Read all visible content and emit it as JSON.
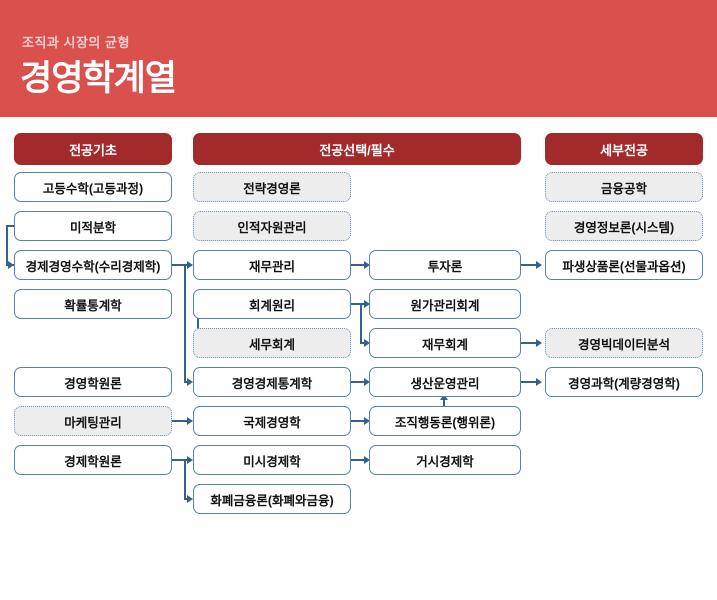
{
  "banner": {
    "subtitle": "조직과 시장의 균형",
    "title": "경영학계열",
    "bg_color": "#d9504d"
  },
  "theme": {
    "pill_color": "#a32a2a",
    "box_border_color": "#5b80ac",
    "box_fill_solid": "#ffffff",
    "box_fill_dotted": "#ededed",
    "connector_color": "#35618e"
  },
  "headers": [
    {
      "label": "전공기초"
    },
    {
      "label": "전공선택/필수"
    },
    {
      "label": "세부전공"
    }
  ],
  "columns": {
    "major_basics": {
      "title": "전공기초",
      "boxes": [
        {
          "label": "고등수학(고등과정)",
          "style": "solid"
        },
        {
          "label": "미적분학",
          "style": "solid"
        },
        {
          "label": "경제경영수학(수리경제학)",
          "style": "solid"
        },
        {
          "label": "확률통계학",
          "style": "solid"
        },
        {
          "label": "경영학원론",
          "style": "solid"
        },
        {
          "label": "마케팅관리",
          "style": "dotted"
        },
        {
          "label": "경제학원론",
          "style": "solid"
        }
      ]
    },
    "major_elective_left": {
      "title": "전공선택/필수",
      "boxes": [
        {
          "label": "전략경영론",
          "style": "dotted"
        },
        {
          "label": "인적자원관리",
          "style": "dotted"
        },
        {
          "label": "재무관리",
          "style": "solid"
        },
        {
          "label": "회계원리",
          "style": "solid"
        },
        {
          "label": "세무회계",
          "style": "dotted"
        },
        {
          "label": "경영경제통계학",
          "style": "solid"
        },
        {
          "label": "국제경영학",
          "style": "solid"
        },
        {
          "label": "미시경제학",
          "style": "solid"
        },
        {
          "label": "화폐금융론(화폐와금융)",
          "style": "solid"
        }
      ]
    },
    "major_elective_right": {
      "boxes": [
        {
          "label": "투자론",
          "style": "solid"
        },
        {
          "label": "원가관리회계",
          "style": "solid"
        },
        {
          "label": "재무회계",
          "style": "solid"
        },
        {
          "label": "생산운영관리",
          "style": "solid"
        },
        {
          "label": "조직행동론(행위론)",
          "style": "solid"
        },
        {
          "label": "거시경제학",
          "style": "solid"
        }
      ]
    },
    "specialization": {
      "title": "세부전공",
      "boxes": [
        {
          "label": "금융공학",
          "style": "dotted"
        },
        {
          "label": "경영정보론(시스템)",
          "style": "dotted"
        },
        {
          "label": "파생상품론(선물과옵션)",
          "style": "solid"
        },
        {
          "label": "경영빅데이터분석",
          "style": "dotted"
        },
        {
          "label": "경영과학(계량경영학)",
          "style": "solid"
        }
      ]
    }
  }
}
